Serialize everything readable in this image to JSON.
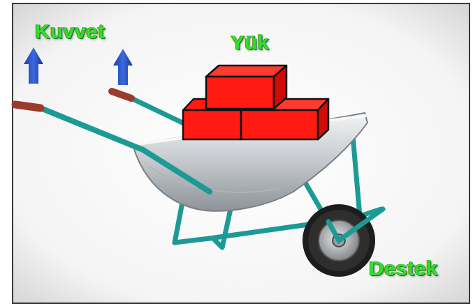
{
  "diagram": {
    "labels": [
      "Kuvvet",
      "Yük",
      "Destek"
    ]
  }
}
